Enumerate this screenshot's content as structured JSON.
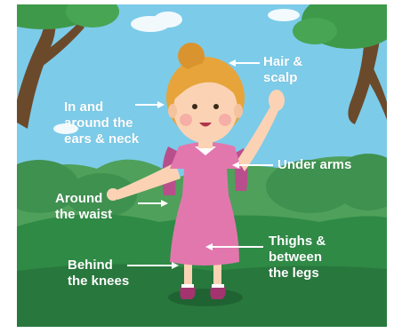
{
  "labels": {
    "hair": "Hair &\nscalp",
    "ears": "In and\naround the\nears & neck",
    "arms": "Under arms",
    "waist": "Around\nthe waist",
    "thighs": "Thighs &\nbetween\nthe legs",
    "knees": "Behind\nthe knees"
  },
  "colors": {
    "sky": "#7ccbe9",
    "hills_light": "#4fa05a",
    "hills_dark": "#2e7d43",
    "ground": "#2f8a46",
    "dress": "#e277ae",
    "hair": "#e6a43a",
    "skin": "#fbd3b4",
    "trunk": "#6b4a2b",
    "foliage": "#3e9a4a",
    "label_text": "#ffffff"
  }
}
